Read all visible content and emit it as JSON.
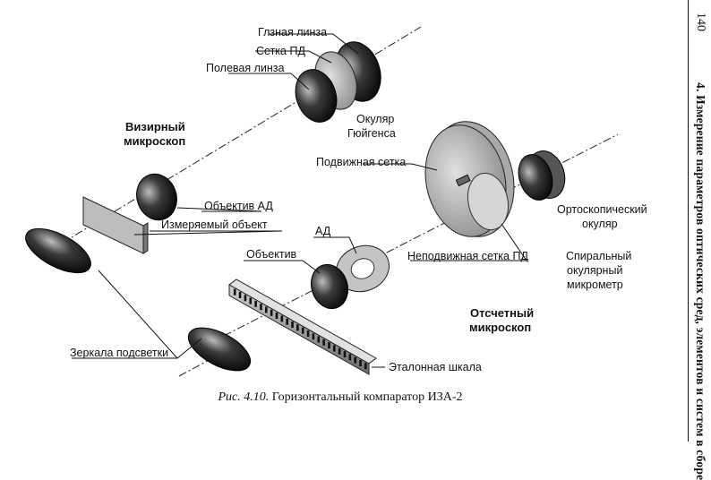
{
  "labels": {
    "eyepiece_lens": "Глзная линза",
    "reticle_pd": "Сетка ПД",
    "field_lens": "Полевая линза",
    "huygens_eyepiece_line1": "Окуляр",
    "huygens_eyepiece_line2": "Гюйгенса",
    "sighting_microscope_line1": "Визирный",
    "sighting_microscope_line2": "микроскоп",
    "movable_reticle": "Подвижная сетка",
    "objective_ad": "Объектив АД",
    "measured_object": "Измеряемый объект",
    "orthoscopic_eyepiece_line1": "Ортоскопический",
    "orthoscopic_eyepiece_line2": "окуляр",
    "ad": "АД",
    "fixed_reticle_pd": "Неподвижная сетка ПД",
    "objective": "Объектив",
    "spiral_micrometer_line1": "Спиральный",
    "spiral_micrometer_line2": "окулярный",
    "spiral_micrometer_line3": "микрометр",
    "reading_microscope_line1": "Отсчетный",
    "reading_microscope_line2": "микроскоп",
    "illumination_mirrors": "Зеркала подсветки",
    "reference_scale": "Эталонная шкала"
  },
  "caption": {
    "prefix": "Рис. 4.10.",
    "text": " Горизонтальный компаратор ИЗА-2"
  },
  "sidebar": {
    "page_number": "140",
    "chapter_title": "4. Измерение параметров оптических сред, элементов и систем в сборе"
  }
}
